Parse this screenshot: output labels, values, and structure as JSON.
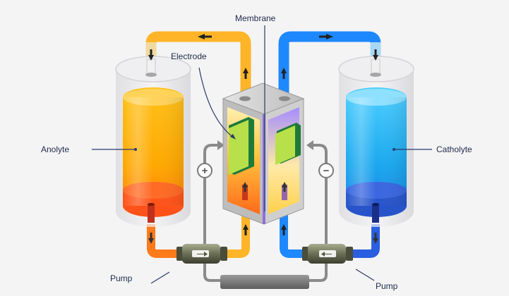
{
  "labels": {
    "membrane": "Membrane",
    "electrode": "Electrode",
    "anolyte": "Anolyte",
    "catholyte": "Catholyte",
    "pump_left": "Pump",
    "pump_right": "Pump"
  },
  "symbols": {
    "positive": "+",
    "negative": "−"
  },
  "colors": {
    "anolyte": "#ffb300",
    "anolyte_bottom": "#ff4a1c",
    "catholyte": "#22b8f2",
    "catholyte_bottom": "#2a4fc8",
    "pipe_orange": "#ffb020",
    "pipe_blue": "#1e88ff",
    "wire": "#8a8a8a"
  }
}
